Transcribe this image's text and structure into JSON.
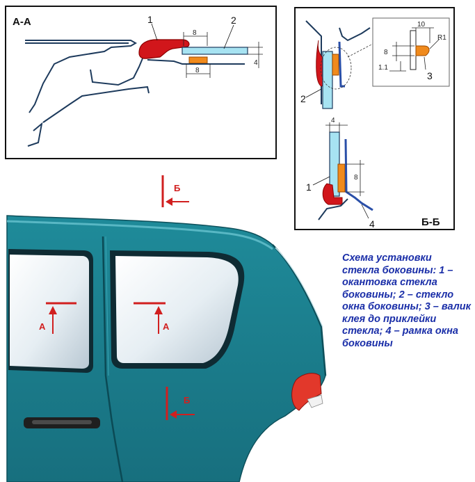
{
  "section_aa": {
    "title": "А-А",
    "callouts": {
      "edging": "1",
      "glass": "2"
    },
    "dims": {
      "top": "8",
      "bottom": "8",
      "thickness": "4"
    }
  },
  "section_bb": {
    "title": "Б-Б",
    "callouts": {
      "edging": "1",
      "glass": "2",
      "adhesive": "3",
      "frame": "4"
    },
    "dims": {
      "width_top": "4",
      "height": "8"
    },
    "detail_dims": {
      "width": "10",
      "radius": "R1",
      "height": "8",
      "gap": "1.1"
    }
  },
  "car_markers": {
    "a_left": "А",
    "a_right": "А",
    "b_roof": "Б",
    "b_door": "Б"
  },
  "caption": "Схема установки стекла боковины: 1 – окантовка стекла боковины; 2 – стекло окна боковины; 3 – валик клея до приклейки стекла; 4 – рамка окна боковины"
}
